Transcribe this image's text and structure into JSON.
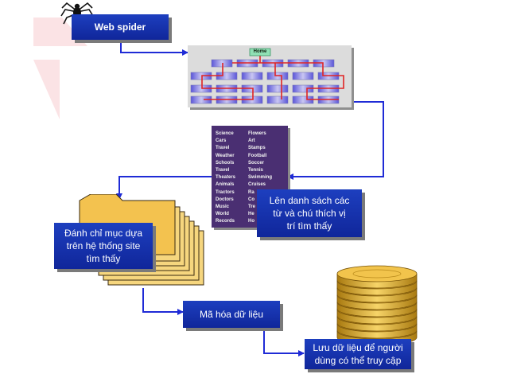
{
  "web_spider": {
    "label": "Web spider"
  },
  "site_map": {
    "home_label": "Home"
  },
  "word_list": {
    "column1": [
      "Science",
      "Cars",
      "Travel",
      "Weather",
      "Schools",
      "Travel",
      "Theaters",
      "Animals",
      "Tractors",
      "Doctors",
      "Music",
      "World",
      "Records"
    ],
    "column2": [
      "Flowers",
      "Art",
      "Stamps",
      "Football",
      "Soccer",
      "Tennis",
      "Swimming",
      "Cruises",
      "Ra",
      "Co",
      "Tre",
      "He",
      "Ho"
    ]
  },
  "list_box": {
    "lines": [
      "Lên danh sách các",
      "từ và chú thích vị",
      "trí tìm thấy"
    ]
  },
  "index_box": {
    "lines": [
      "Đánh chỉ mục dựa",
      "trên hệ thống site",
      "tìm thấy"
    ]
  },
  "encode_box": {
    "label": "Mã hóa dữ liệu"
  },
  "store_box": {
    "lines": [
      "Lưu dữ liệu để người",
      "dùng có thể truy cập"
    ]
  },
  "colors": {
    "box_blue": "#1a39b5",
    "connector": "#1f2bd6",
    "folder": "#f3c24f",
    "coin": "#d9a92a",
    "list_bg": "#4a2f72"
  }
}
